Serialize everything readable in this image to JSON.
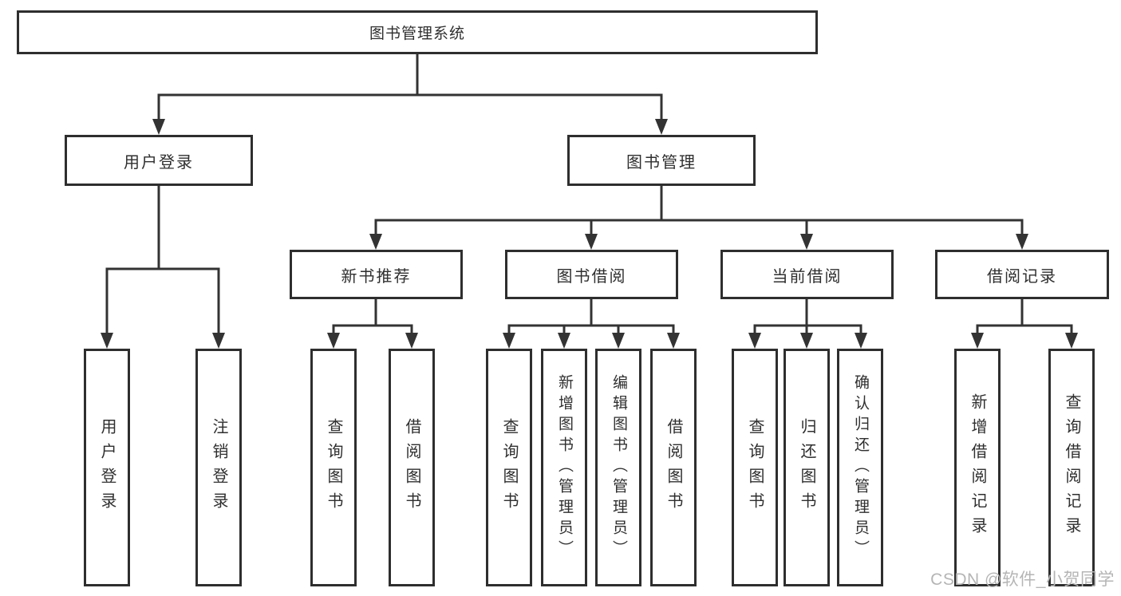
{
  "colors": {
    "background": "#ffffff",
    "line": "#333333",
    "box_border": "#2e2e2e",
    "text": "#2f2f2f",
    "watermark": "#b5b5b5"
  },
  "tree": {
    "root": {
      "label": "图书管理系统",
      "children": [
        {
          "label": "用户登录",
          "children": [
            {
              "label": "用户登录"
            },
            {
              "label": "注销登录"
            }
          ]
        },
        {
          "label": "图书管理",
          "children": [
            {
              "label": "新书推荐",
              "children": [
                {
                  "label": "查询图书"
                },
                {
                  "label": "借阅图书"
                }
              ]
            },
            {
              "label": "图书借阅",
              "children": [
                {
                  "label": "查询图书"
                },
                {
                  "label": "新增图书（管理员）"
                },
                {
                  "label": "编辑图书（管理员）"
                },
                {
                  "label": "借阅图书"
                }
              ]
            },
            {
              "label": "当前借阅",
              "children": [
                {
                  "label": "查询图书"
                },
                {
                  "label": "归还图书"
                },
                {
                  "label": "确认归还（管理员）"
                }
              ]
            },
            {
              "label": "借阅记录",
              "children": [
                {
                  "label": "新增借阅记录"
                },
                {
                  "label": "查询借阅记录"
                }
              ]
            }
          ]
        }
      ]
    }
  },
  "watermark": {
    "text": "CSDN @软件_小贺同学"
  }
}
